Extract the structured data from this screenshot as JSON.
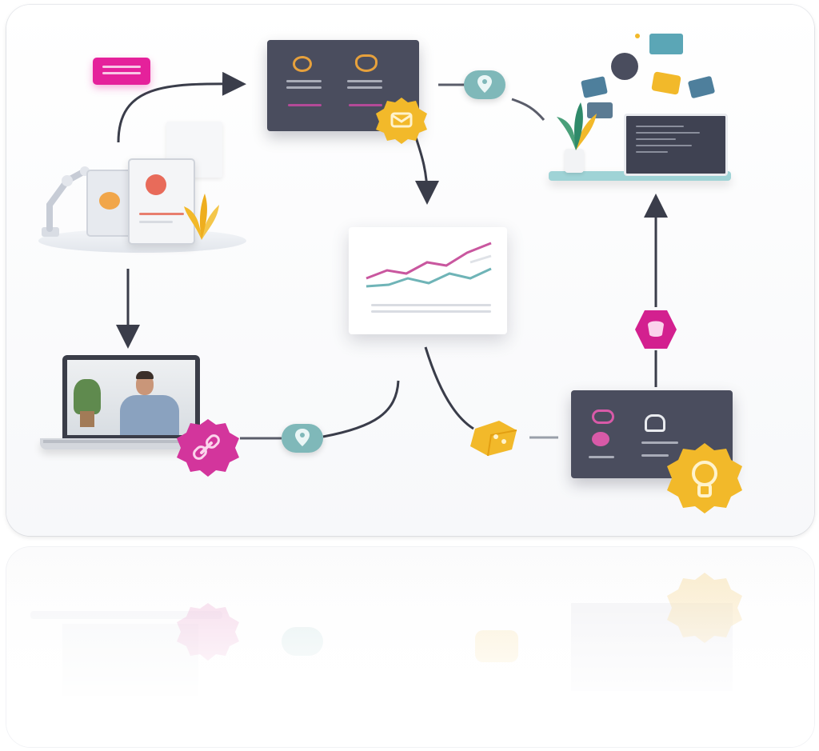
{
  "diagram": {
    "nodes": [
      {
        "id": "designer-desk",
        "icon": "workspace-illustration"
      },
      {
        "id": "dashboard-panel-top",
        "icon": "dashboard-panel"
      },
      {
        "id": "developer-laptop",
        "icon": "code-laptop-illustration"
      },
      {
        "id": "analytics-chart",
        "icon": "line-chart-card"
      },
      {
        "id": "video-laptop",
        "icon": "video-call-laptop"
      },
      {
        "id": "dashboard-panel-bottom",
        "icon": "dashboard-panel"
      }
    ],
    "badges": [
      {
        "id": "message-tag",
        "icon": "message-tag-icon",
        "color": "#e5219b"
      },
      {
        "id": "mail-seal",
        "icon": "mail-seal-icon",
        "color": "#f2b92a"
      },
      {
        "id": "pin-top",
        "icon": "location-pin-icon",
        "color": "#7fb8b9"
      },
      {
        "id": "hex-badge",
        "icon": "hexagon-badge-icon",
        "color": "#d3208f"
      },
      {
        "id": "link-seal",
        "icon": "link-seal-icon",
        "color": "#d3359c"
      },
      {
        "id": "pin-bottom",
        "icon": "location-pin-icon",
        "color": "#7fb8b9"
      },
      {
        "id": "cube-badge",
        "icon": "cube-badge-icon",
        "color": "#f2b92a"
      },
      {
        "id": "bulb-seal",
        "icon": "lightbulb-seal-icon",
        "color": "#f2b92a"
      }
    ],
    "colors": {
      "panel": "#4a4d5e",
      "accent_pink": "#e5219b",
      "accent_gold": "#f2b92a",
      "accent_teal": "#7fb8b9",
      "arrow": "#3a3d4a",
      "chart_pink": "#c9579f",
      "chart_teal": "#6fb4b7"
    }
  }
}
